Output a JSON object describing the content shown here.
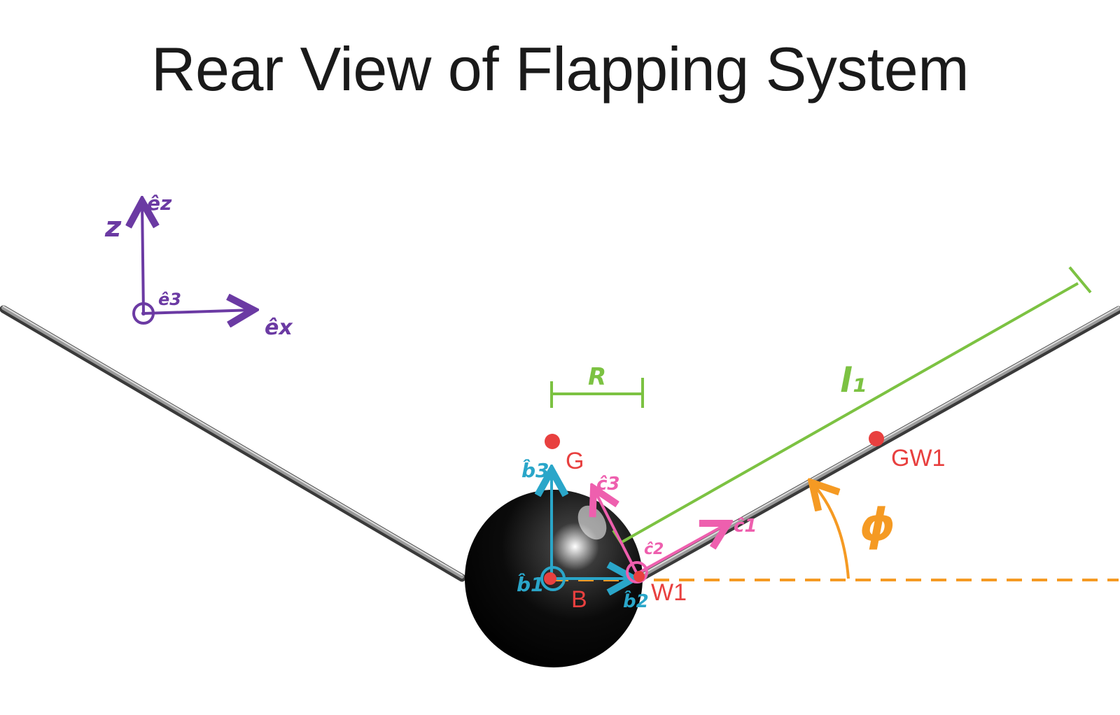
{
  "title": "Rear View of Flapping System",
  "points": {
    "G": "G",
    "B": "B",
    "W1": "W1",
    "GW1": "GW1"
  },
  "dimensions": {
    "radius": "R",
    "length": "l₁",
    "angle": "ϕ"
  },
  "inertial_frame": {
    "ez_label": "êz",
    "ex_label": "êx",
    "ey_label": "ê3",
    "axis_letter": "z"
  },
  "body_frame": {
    "b1": "b̂1",
    "b2": "b̂2",
    "b3": "b̂3"
  },
  "wing_frame": {
    "c1": "ĉ1",
    "c2": "ĉ2",
    "c3": "ĉ3"
  },
  "colors": {
    "inertial": "#6b3aa3",
    "body": "#2aa6c9",
    "wing": "#ee5fae",
    "dimension": "#7cc242",
    "angle": "#f59a23",
    "point": "#e8403f",
    "rod": "#7a7a7a"
  }
}
